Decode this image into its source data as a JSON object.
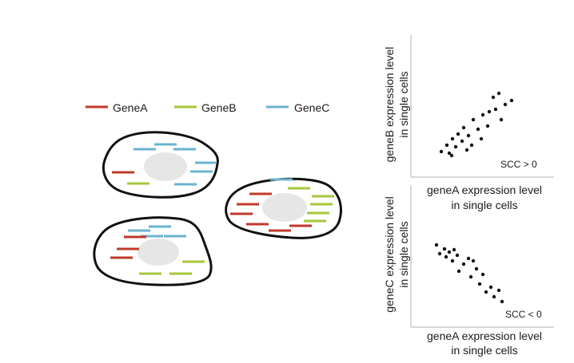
{
  "legend": [
    {
      "name": "GeneA",
      "color": "#c0392b"
    },
    {
      "name": "GeneB",
      "color": "#a6c73a"
    },
    {
      "name": "GeneC",
      "color": "#6bb3d0"
    }
  ],
  "colors": {
    "cell_outline": "#111111",
    "nucleus": "#e6e6e6",
    "dot": "#111111"
  },
  "chart_data": [
    {
      "type": "scatter",
      "ylabel": [
        "geneB expression level",
        "in single cells"
      ],
      "xlabel": [
        "geneA expression level",
        "in single cells"
      ],
      "annotation": "SCC > 0",
      "trend": "positive"
    },
    {
      "type": "scatter",
      "ylabel": [
        "geneC expression level",
        "in single cells"
      ],
      "xlabel": [
        "geneA expression level",
        "in single cells"
      ],
      "annotation": "SCC < 0",
      "trend": "negative"
    }
  ]
}
